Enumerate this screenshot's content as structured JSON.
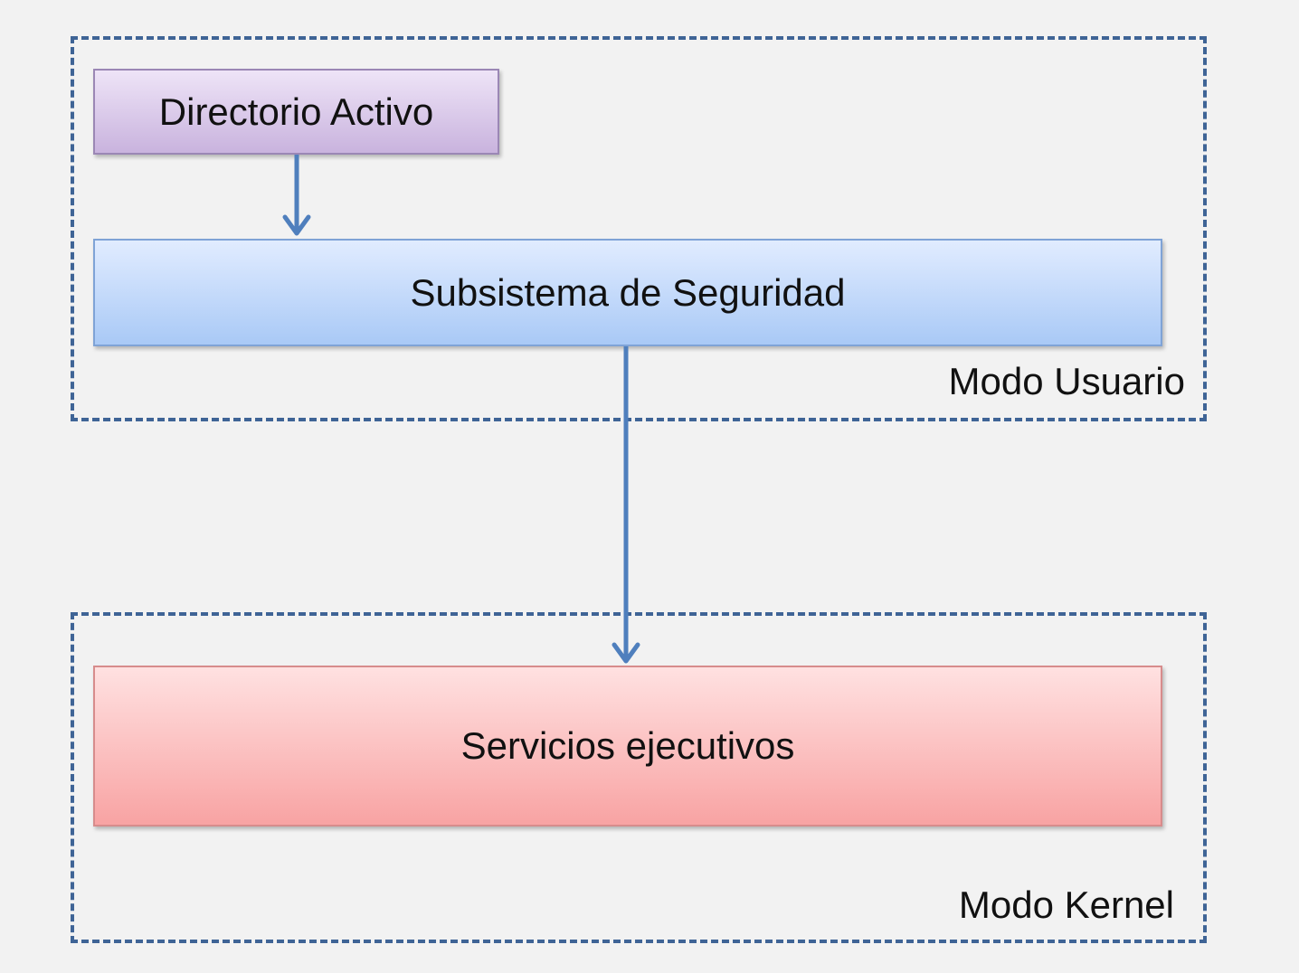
{
  "diagram": {
    "regions": [
      {
        "id": "user",
        "label": "Modo Usuario"
      },
      {
        "id": "kernel",
        "label": "Modo Kernel"
      }
    ],
    "nodes": [
      {
        "id": "ad",
        "label": "Directorio Activo",
        "region": "user"
      },
      {
        "id": "sec",
        "label": "Subsistema de Seguridad",
        "region": "user"
      },
      {
        "id": "exec",
        "label": "Servicios ejecutivos",
        "region": "kernel"
      }
    ],
    "edges": [
      {
        "from": "ad",
        "to": "sec"
      },
      {
        "from": "sec",
        "to": "exec"
      }
    ]
  },
  "colors": {
    "background": "#f2f2f2",
    "region_border": "#3f6496",
    "arrow": "#4f7fbd",
    "ad_fill_top": "#eee4f7",
    "ad_fill_bottom": "#c9b3de",
    "sec_fill_top": "#e1ecff",
    "sec_fill_bottom": "#a9c9f6",
    "exec_fill_top": "#ffe1e1",
    "exec_fill_bottom": "#f8a3a3"
  }
}
